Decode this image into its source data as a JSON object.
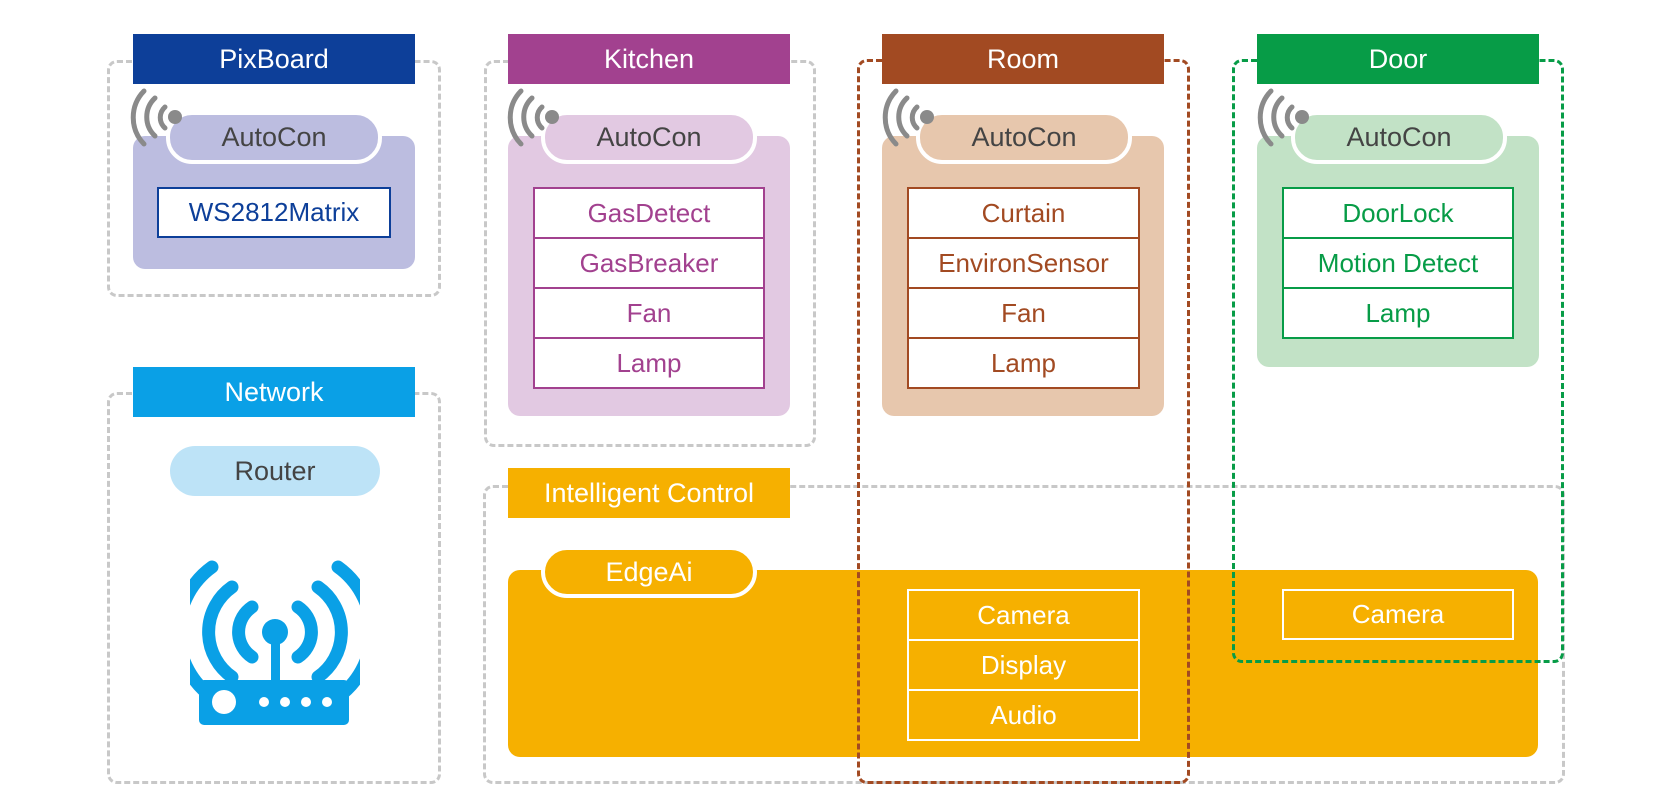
{
  "colors": {
    "pixboard": "#0d3f99",
    "pixboard_panel": "#bcbde0",
    "network": "#0aa0e6",
    "router_pill": "#bde3f7",
    "kitchen": "#a2418f",
    "kitchen_panel": "#e2c9e2",
    "room": "#a24a22",
    "room_panel": "#e7c7ad",
    "door": "#079c47",
    "door_panel": "#c2e2c6",
    "intelligent": "#f6b000",
    "dashed_gray": "#c8c8c8",
    "wifi_gray": "#8a8a8a"
  },
  "groups": {
    "pixboard": {
      "title": "PixBoard",
      "controller": "AutoCon",
      "modules": [
        "WS2812Matrix"
      ]
    },
    "network": {
      "title": "Network",
      "device": "Router"
    },
    "kitchen": {
      "title": "Kitchen",
      "controller": "AutoCon",
      "modules": [
        "GasDetect",
        "GasBreaker",
        "Fan",
        "Lamp"
      ]
    },
    "room": {
      "title": "Room",
      "controller": "AutoCon",
      "modules": [
        "Curtain",
        "EnvironSensor",
        "Fan",
        "Lamp"
      ]
    },
    "door": {
      "title": "Door",
      "controller": "AutoCon",
      "modules": [
        "DoorLock",
        "Motion Detect",
        "Lamp"
      ]
    },
    "intelligent": {
      "title": "Intelligent Control",
      "controller": "EdgeAi",
      "room_modules": [
        "Camera",
        "Display",
        "Audio"
      ],
      "door_modules": [
        "Camera"
      ]
    }
  }
}
